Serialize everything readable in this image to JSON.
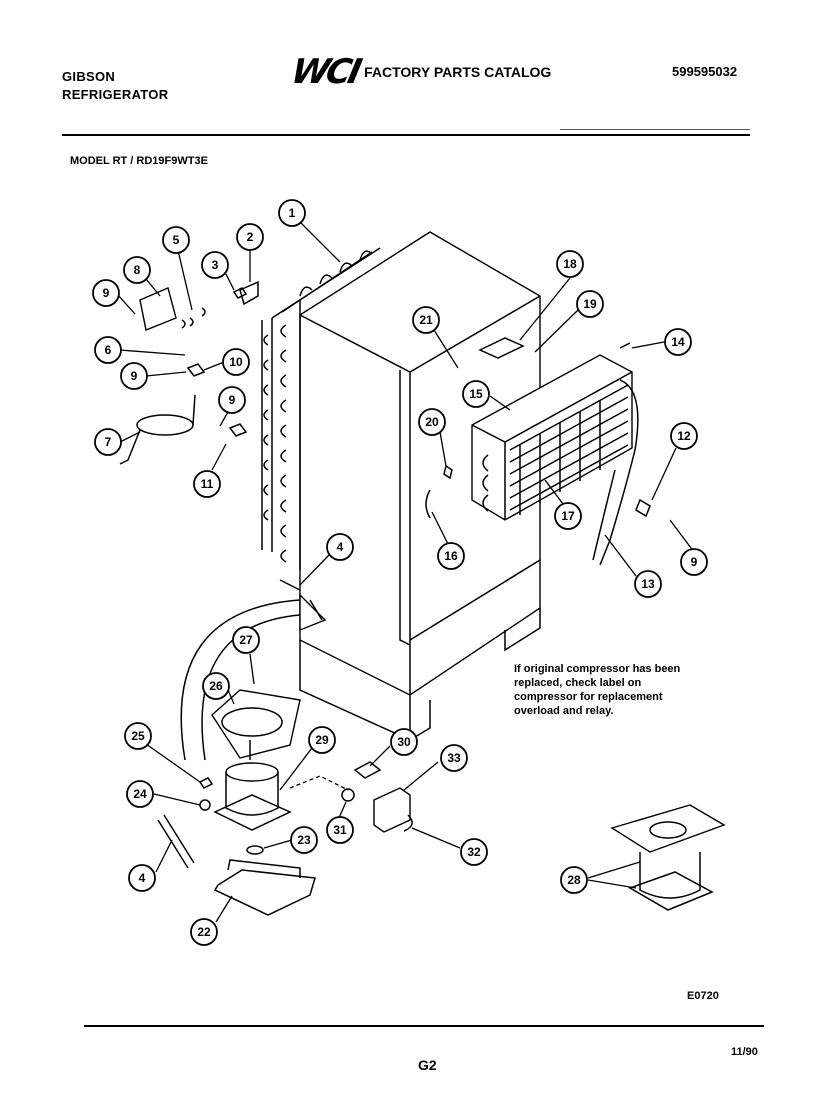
{
  "header": {
    "brand_line1": "GIBSON",
    "brand_line2": "REFRIGERATOR",
    "logo": "WCI",
    "catalog_title": "FACTORY PARTS CATALOG",
    "catalog_number": "599595032",
    "model": "MODEL RT / RD19F9WT3E"
  },
  "note": "If original compressor has been replaced, check label on compressor for replacement overload and relay.",
  "diagram_code": "E0720",
  "footer": {
    "page_code": "G2",
    "date_code": "11/90"
  },
  "callouts": [
    "1",
    "2",
    "3",
    "4",
    "5",
    "6",
    "7",
    "8",
    "9",
    "9",
    "9",
    "9",
    "10",
    "11",
    "12",
    "13",
    "14",
    "15",
    "16",
    "17",
    "18",
    "19",
    "20",
    "21",
    "22",
    "23",
    "24",
    "25",
    "26",
    "27",
    "28",
    "29",
    "30",
    "31",
    "32",
    "33",
    "4"
  ]
}
